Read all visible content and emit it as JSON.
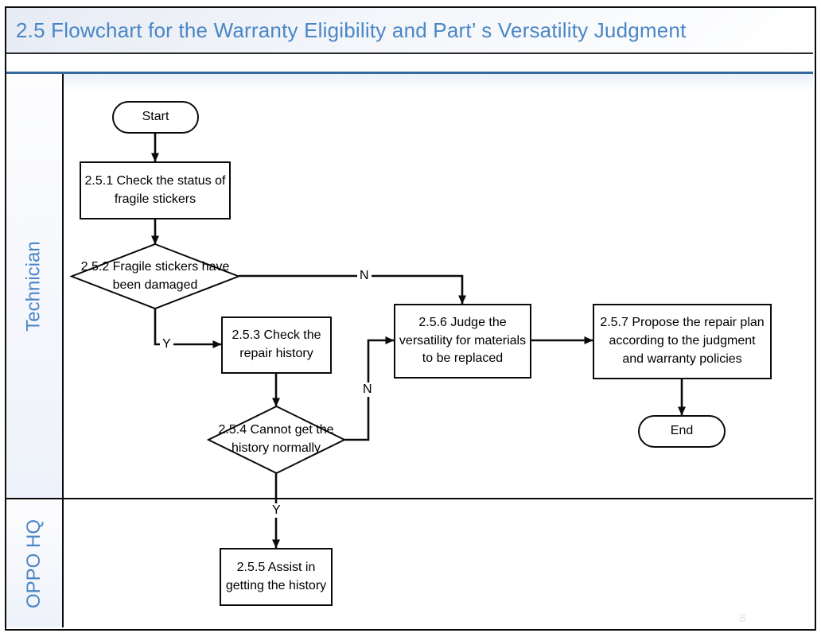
{
  "title": "2.5 Flowchart for the Warranty Eligibility and  Part’ s Versatility  Judgment",
  "lanes": [
    {
      "label": "Technician"
    },
    {
      "label": "OPPO HQ"
    }
  ],
  "nodes": {
    "start": {
      "type": "terminator",
      "label": "Start",
      "lane": "Technician"
    },
    "s251": {
      "type": "process",
      "label": "2.5.1 Check the status of fragile stickers",
      "lane": "Technician"
    },
    "s252": {
      "type": "decision",
      "label": "2.5.2 Fragile stickers have been damaged",
      "lane": "Technician"
    },
    "s253": {
      "type": "process",
      "label": "2.5.3 Check the repair history",
      "lane": "Technician"
    },
    "s254": {
      "type": "decision",
      "label": "2.5.4 Cannot get the history normally",
      "lane": "Technician"
    },
    "s255": {
      "type": "process",
      "label": "2.5.5 Assist in getting  the history",
      "lane": "OPPO HQ"
    },
    "s256": {
      "type": "process",
      "label": "2.5.6 Judge the versatility for materials to be replaced",
      "lane": "Technician"
    },
    "s257": {
      "type": "process",
      "label": "2.5.7 Propose the repair plan according to the judgment and warranty policies",
      "lane": "Technician"
    },
    "end": {
      "type": "terminator",
      "label": "End",
      "lane": "Technician"
    }
  },
  "edges": [
    {
      "from": "start",
      "to": "s251",
      "label": ""
    },
    {
      "from": "s251",
      "to": "s252",
      "label": ""
    },
    {
      "from": "s252",
      "to": "s253",
      "label": "Y"
    },
    {
      "from": "s252",
      "to": "s256",
      "label": "N"
    },
    {
      "from": "s253",
      "to": "s254",
      "label": ""
    },
    {
      "from": "s254",
      "to": "s256",
      "label": "N"
    },
    {
      "from": "s254",
      "to": "s255",
      "label": "Y"
    },
    {
      "from": "s256",
      "to": "s257",
      "label": ""
    },
    {
      "from": "s257",
      "to": "end",
      "label": ""
    }
  ],
  "edge_labels": {
    "s252_yes": "Y",
    "s252_no": "N",
    "s254_no": "N",
    "s254_yes": "Y"
  },
  "page_number": "8",
  "colors": {
    "accent_blue_text": "#4a86c5",
    "rule_blue": "#38699e",
    "line_black": "#0a0a0a",
    "title_bg_start": "#e7ebf4"
  }
}
